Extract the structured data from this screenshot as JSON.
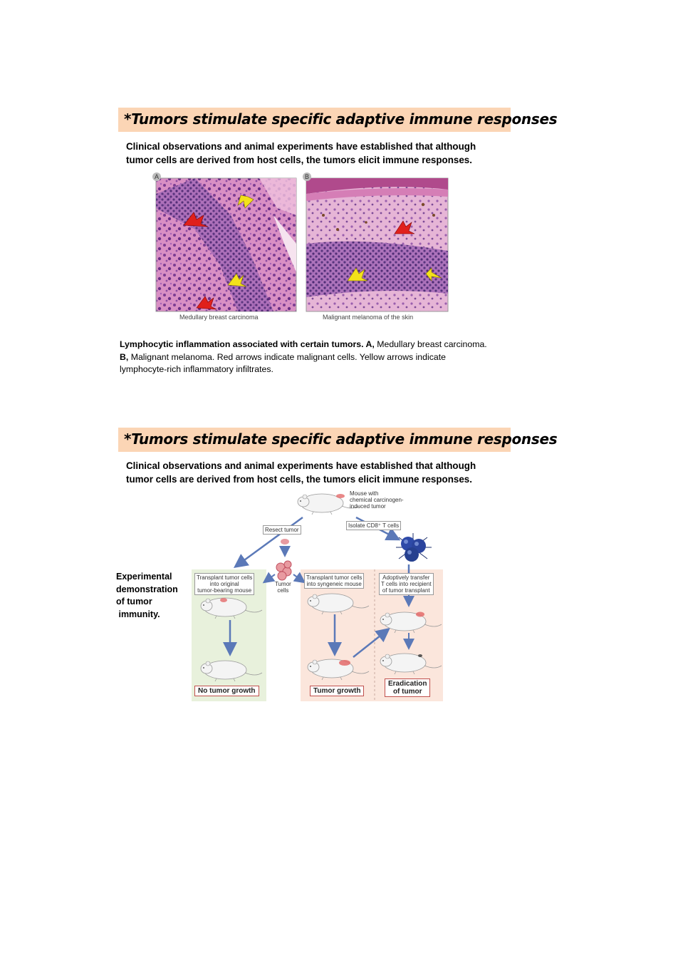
{
  "section1": {
    "title": "*Tumors stimulate specific adaptive immune responses",
    "intro_line1": "Clinical observations and animal experiments have established that although",
    "intro_line2": "tumor cells are derived from host cells, the tumors elicit immune responses.",
    "panel_a_badge": "A",
    "panel_b_badge": "B",
    "panel_a_label": "Medullary breast carcinoma",
    "panel_b_label": "Malignant melanoma of the skin",
    "caption_bold": "Lymphocytic inflammation associated with certain tumors. A,",
    "caption_1": " Medullary breast carcinoma. ",
    "caption_bold2": "B,",
    "caption_2": " Malignant melanoma. Red arrows indicate malignant cells. Yellow arrows indicate lymphocyte-rich inflammatory infiltrates."
  },
  "section2": {
    "title": "*Tumors stimulate specific adaptive immune responses",
    "intro_line1": "Clinical observations and animal experiments have established that although",
    "intro_line2": "tumor cells are derived from host cells, the tumors elicit immune responses.",
    "side_label": [
      "Experimental",
      "demonstration",
      "of tumor",
      " immunity."
    ],
    "diagram": {
      "mouse_top": [
        "Mouse with",
        "chemical carcinogen-",
        "induced tumor"
      ],
      "resect": "Resect tumor",
      "isolate": "Isolate CD8⁺ T cells",
      "tumor_cells": [
        "Tumor",
        "cells"
      ],
      "box_left": [
        "Transplant tumor cells",
        "into original",
        "tumor-bearing mouse"
      ],
      "box_mid": [
        "Transplant tumor cells",
        "into syngeneic mouse"
      ],
      "box_right": [
        "Adoptively transfer",
        "T cells into recipient",
        "of tumor transplant"
      ],
      "result_left": "No tumor growth",
      "result_mid": "Tumor growth",
      "result_right": [
        "Eradication",
        "of tumor"
      ]
    },
    "colors": {
      "green_panel": "#e8f1dc",
      "peach_panel": "#fbe6dc",
      "arrow": "#5b79b8",
      "title_bg": "#fbd5b5"
    }
  }
}
